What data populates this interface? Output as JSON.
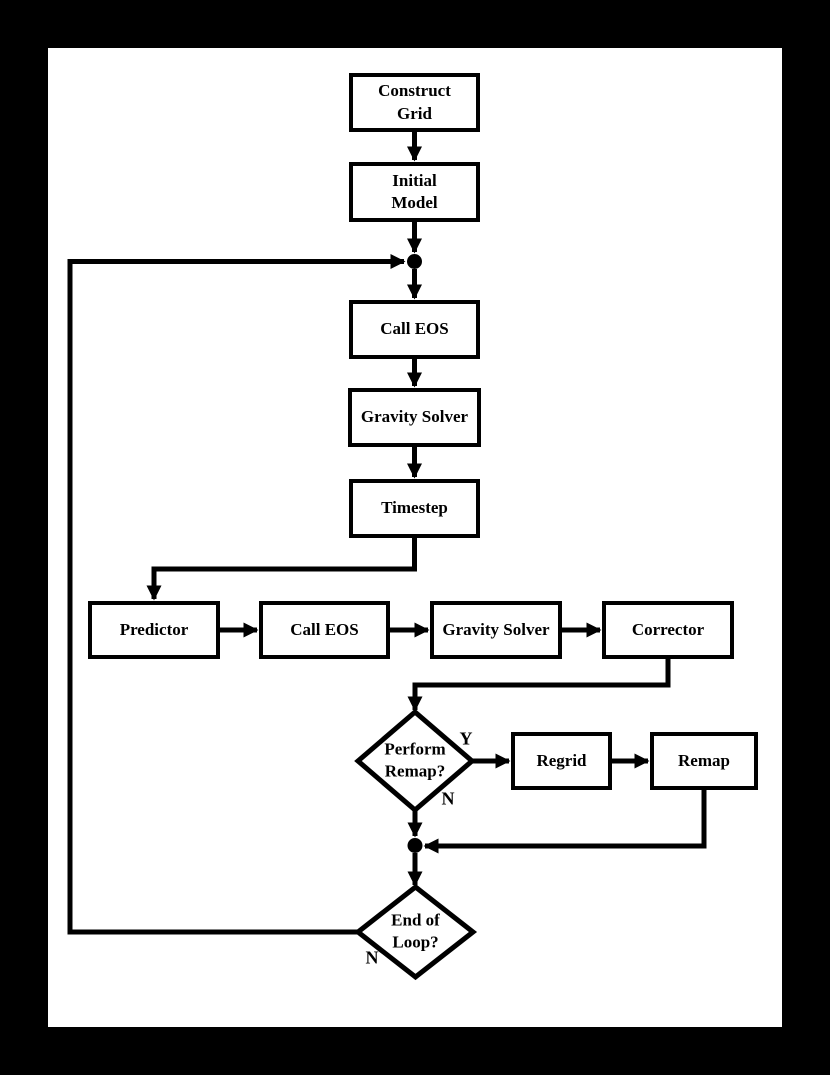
{
  "diagram": {
    "nodes": {
      "construct_grid": {
        "lines": [
          "Construct",
          "Grid"
        ]
      },
      "initial_model": {
        "lines": [
          "Initial",
          "Model"
        ]
      },
      "call_eos_main": {
        "lines": [
          "Call EOS"
        ]
      },
      "gravity_solver_main": {
        "lines": [
          "Gravity Solver"
        ]
      },
      "timestep": {
        "lines": [
          "Timestep"
        ]
      },
      "predictor": {
        "lines": [
          "Predictor"
        ]
      },
      "call_eos_corrector": {
        "lines": [
          "Call EOS"
        ]
      },
      "gravity_solver_corrector": {
        "lines": [
          "Gravity Solver"
        ]
      },
      "corrector": {
        "lines": [
          "Corrector"
        ]
      },
      "perform_remap": {
        "lines": [
          "Perform",
          "Remap?"
        ]
      },
      "regrid": {
        "lines": [
          "Regrid"
        ]
      },
      "remap": {
        "lines": [
          "Remap"
        ]
      },
      "end_of_loop": {
        "lines": [
          "End of",
          "Loop?"
        ]
      }
    },
    "edge_labels": {
      "remap_yes": "Y",
      "remap_no": "N",
      "loop_no": "N"
    },
    "colors": {
      "background": "#000000",
      "canvas": "#ffffff",
      "ink": "#000000"
    }
  }
}
